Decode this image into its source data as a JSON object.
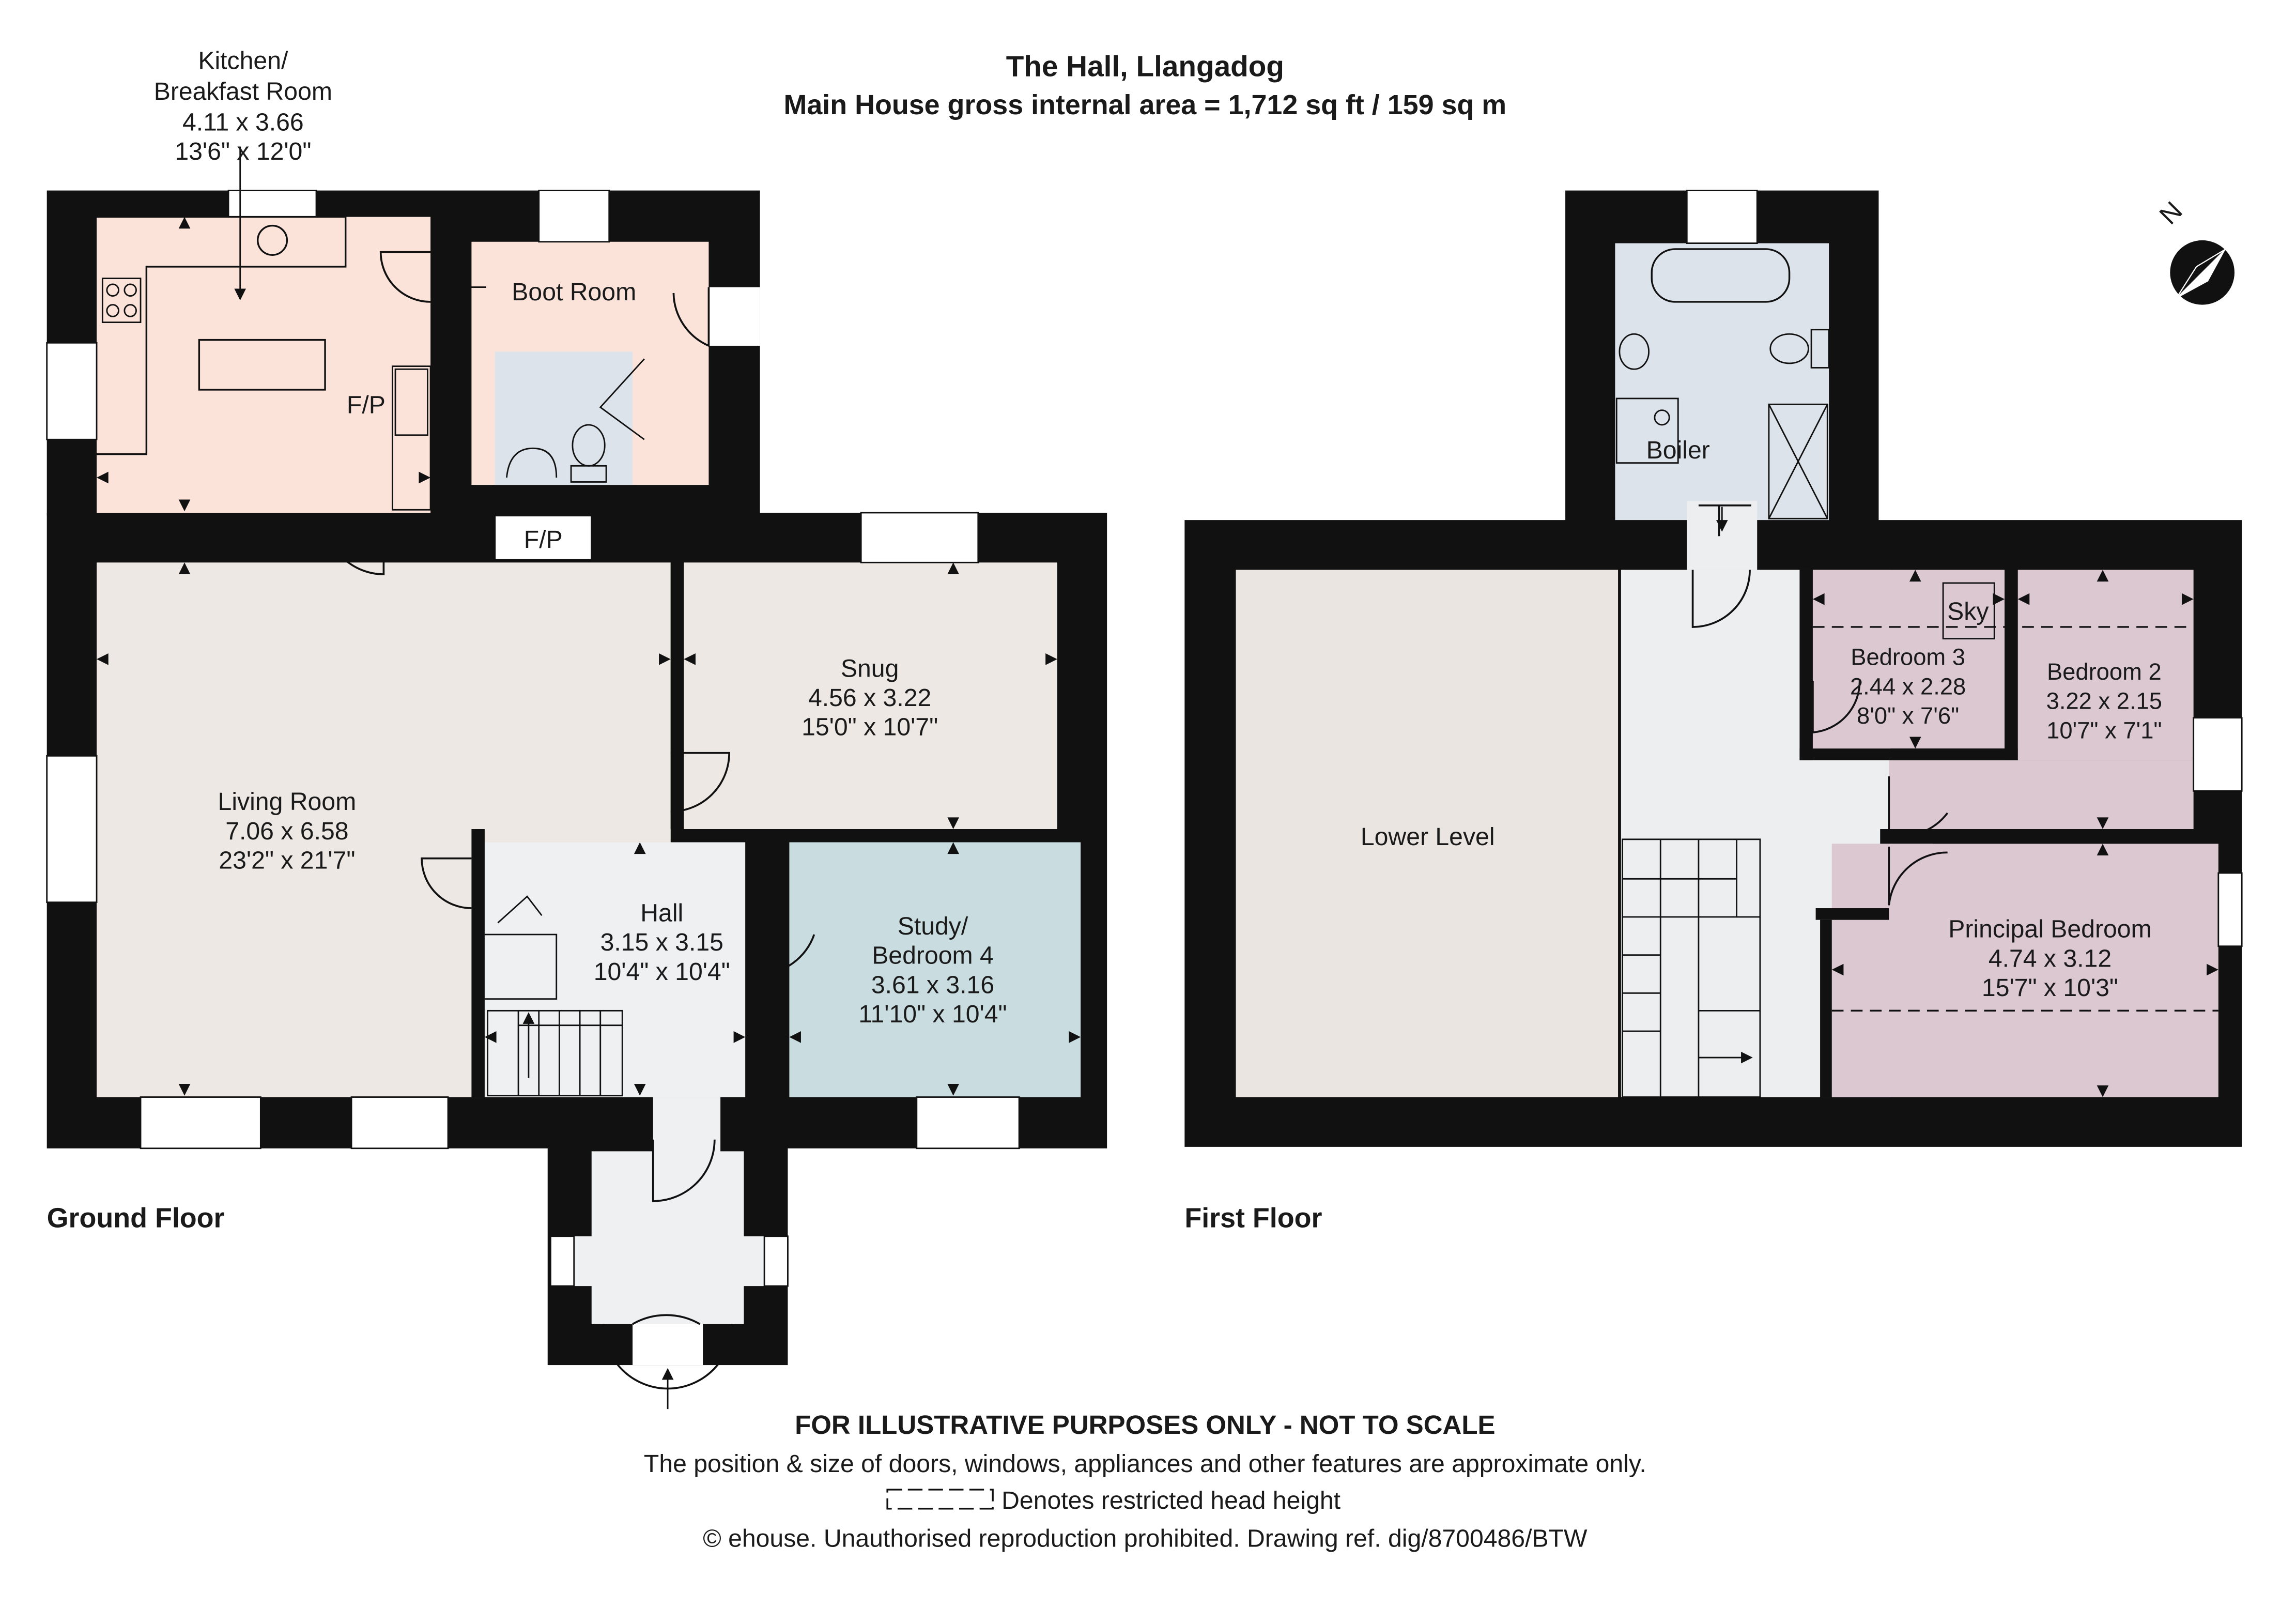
{
  "header": {
    "title": "The Hall, Llangadog",
    "area": "Main House gross internal area = 1,712 sq ft / 159 sq m"
  },
  "floors": {
    "ground": {
      "label": "Ground Floor",
      "rooms": {
        "kitchen": {
          "name_line1": "Kitchen/",
          "name_line2": "Breakfast Room",
          "metric": "4.11 x 3.66",
          "imperial": "13'6\" x 12'0\""
        },
        "boot_room": {
          "name": "Boot Room"
        },
        "fp_kitchen": {
          "name": "F/P"
        },
        "fp_hall": {
          "name": "F/P"
        },
        "living": {
          "name": "Living Room",
          "metric": "7.06 x 6.58",
          "imperial": "23'2\" x 21'7\""
        },
        "snug": {
          "name": "Snug",
          "metric": "4.56 x 3.22",
          "imperial": "15'0\" x 10'7\""
        },
        "hall": {
          "name": "Hall",
          "metric": "3.15 x 3.15",
          "imperial": "10'4\" x 10'4\""
        },
        "study": {
          "name_line1": "Study/",
          "name_line2": "Bedroom 4",
          "metric": "3.61 x 3.16",
          "imperial": "11'10\" x 10'4\""
        }
      }
    },
    "first": {
      "label": "First Floor",
      "rooms": {
        "lower_level": {
          "name": "Lower Level"
        },
        "boiler": {
          "name": "Boiler"
        },
        "sky": {
          "name": "Sky"
        },
        "bedroom3": {
          "name": "Bedroom 3",
          "metric": "2.44 x 2.28",
          "imperial": "8'0\" x 7'6\""
        },
        "bedroom2": {
          "name": "Bedroom 2",
          "metric": "3.22 x 2.15",
          "imperial": "10'7\" x 7'1\""
        },
        "principal": {
          "name": "Principal Bedroom",
          "metric": "4.74 x 3.12",
          "imperial": "15'7\" x 10'3\""
        }
      }
    }
  },
  "compass": {
    "letter": "N"
  },
  "footer": {
    "disclaimer": "FOR ILLUSTRATIVE PURPOSES ONLY - NOT TO SCALE",
    "note": "The position & size of doors, windows, appliances and other features are approximate only.",
    "legend": "Denotes restricted head height",
    "copyright": "© ehouse. Unauthorised reproduction prohibited. Drawing ref. dig/8700486/BTW"
  },
  "colors": {
    "wall": "#111111",
    "kitchen": "#fbe3da",
    "living": "#eee8e4",
    "hall": "#eef0f2",
    "study": "#c9dde0",
    "bathroom": "#dde3eb",
    "bedroom": "#dcc8d1",
    "landing": "#ececec"
  }
}
